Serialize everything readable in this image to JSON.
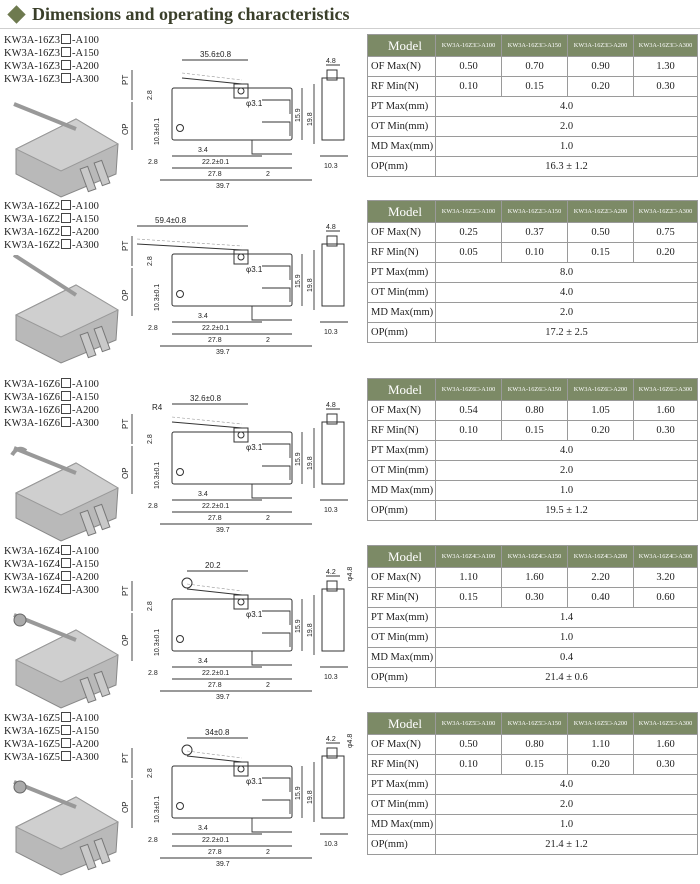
{
  "header": {
    "title": "Dimensions and operating characteristics"
  },
  "colors": {
    "table_header": "#7c8a66",
    "accent_diamond": "#6e7a4f"
  },
  "row_labels": {
    "model": "Model",
    "of": "OF Max(N)",
    "rf": "RF Min(N)",
    "pt": "PT Max(mm)",
    "ot": "OT Min(mm)",
    "md": "MD Max(mm)",
    "op": "OP(mm)"
  },
  "sections": [
    {
      "prefix": "KW3A-16Z3",
      "models": [
        "A100",
        "A150",
        "A200",
        "A300"
      ],
      "model_headers": [
        "KW3A-16Z3□-A100",
        "KW3A-16Z3□-A150",
        "KW3A-16Z3□-A200",
        "KW3A-16Z3□-A300"
      ],
      "of": [
        "0.50",
        "0.70",
        "0.90",
        "1.30"
      ],
      "rf": [
        "0.10",
        "0.15",
        "0.20",
        "0.30"
      ],
      "pt": "4.0",
      "ot": "2.0",
      "md": "1.0",
      "op": "16.3 ± 1.2",
      "dims": {
        "lever": "35.6±0.8",
        "hole": "φ3.1",
        "pt": "PT",
        "op": "OP",
        "h1": "2.8",
        "side": "10.3±0.1",
        "a": "3.4",
        "b": "2.8",
        "c": "22.2±0.1",
        "d": "27.8",
        "e": "2",
        "f": "39.7",
        "g": "15.9",
        "h": "19.8",
        "w": "4.8",
        "base": "10.3"
      }
    },
    {
      "prefix": "KW3A-16Z2",
      "models": [
        "A100",
        "A150",
        "A200",
        "A300"
      ],
      "model_headers": [
        "KW3A-16Z2□-A100",
        "KW3A-16Z2□-A150",
        "KW3A-16Z2□-A200",
        "KW3A-16Z2□-A300"
      ],
      "of": [
        "0.25",
        "0.37",
        "0.50",
        "0.75"
      ],
      "rf": [
        "0.05",
        "0.10",
        "0.15",
        "0.20"
      ],
      "pt": "8.0",
      "ot": "4.0",
      "md": "2.0",
      "op": "17.2 ± 2.5",
      "dims": {
        "lever": "59.4±0.8",
        "hole": "φ3.1",
        "pt": "PT",
        "op": "OP",
        "h1": "2.8",
        "side": "10.3±0.1",
        "a": "3.4",
        "b": "2.8",
        "c": "22.2±0.1",
        "d": "27.8",
        "e": "2",
        "f": "39.7",
        "g": "15.9",
        "h": "19.8",
        "w": "4.8",
        "base": "10.3"
      }
    },
    {
      "prefix": "KW3A-16Z6",
      "models": [
        "A100",
        "A150",
        "A200",
        "A300"
      ],
      "model_headers": [
        "KW3A-16Z6□-A100",
        "KW3A-16Z6□-A150",
        "KW3A-16Z6□-A200",
        "KW3A-16Z6□-A300"
      ],
      "of": [
        "0.54",
        "0.80",
        "1.05",
        "1.60"
      ],
      "rf": [
        "0.10",
        "0.15",
        "0.20",
        "0.30"
      ],
      "pt": "4.0",
      "ot": "2.0",
      "md": "1.0",
      "op": "19.5 ± 1.2",
      "dims": {
        "lever": "32.6±0.8",
        "r": "R4",
        "hole": "φ3.1",
        "pt": "PT",
        "op": "OP",
        "h1": "2.8",
        "side": "10.3±0.1",
        "a": "3.4",
        "b": "2.8",
        "c": "22.2±0.1",
        "d": "27.8",
        "e": "2",
        "f": "39.7",
        "g": "15.9",
        "h": "19.8",
        "w": "4.8",
        "base": "10.3"
      }
    },
    {
      "prefix": "KW3A-16Z4",
      "models": [
        "A100",
        "A150",
        "A200",
        "A300"
      ],
      "model_headers": [
        "KW3A-16Z4□-A100",
        "KW3A-16Z4□-A150",
        "KW3A-16Z4□-A200",
        "KW3A-16Z4□-A300"
      ],
      "of": [
        "1.10",
        "1.60",
        "2.20",
        "3.20"
      ],
      "rf": [
        "0.15",
        "0.30",
        "0.40",
        "0.60"
      ],
      "pt": "1.4",
      "ot": "1.0",
      "md": "0.4",
      "op": "21.4 ± 0.6",
      "dims": {
        "lever": "20.2",
        "hole": "φ3.1",
        "pt": "PT",
        "op": "OP",
        "h1": "2.8",
        "side": "10.3±0.1",
        "a": "3.4",
        "b": "2.8",
        "c": "22.2±0.1",
        "d": "27.8",
        "e": "2",
        "f": "39.7",
        "g": "15.9",
        "h": "19.8",
        "w": "4.2",
        "roller": "φ4.8",
        "base": "10.3"
      }
    },
    {
      "prefix": "KW3A-16Z5",
      "models": [
        "A100",
        "A150",
        "A200",
        "A300"
      ],
      "model_headers": [
        "KW3A-16Z5□-A100",
        "KW3A-16Z5□-A150",
        "KW3A-16Z5□-A200",
        "KW3A-16Z5□-A300"
      ],
      "of": [
        "0.50",
        "0.80",
        "1.10",
        "1.60"
      ],
      "rf": [
        "0.10",
        "0.15",
        "0.20",
        "0.30"
      ],
      "pt": "4.0",
      "ot": "2.0",
      "md": "1.0",
      "op": "21.4 ± 1.2",
      "dims": {
        "lever": "34±0.8",
        "hole": "φ3.1",
        "pt": "PT",
        "op": "OP",
        "h1": "2.8",
        "side": "10.3±0.1",
        "a": "3.4",
        "b": "2.8",
        "c": "22.2±0.1",
        "d": "27.8",
        "e": "2",
        "f": "39.7",
        "g": "15.9",
        "h": "19.8",
        "w": "4.2",
        "roller": "φ4.8",
        "base": "10.3"
      }
    }
  ]
}
